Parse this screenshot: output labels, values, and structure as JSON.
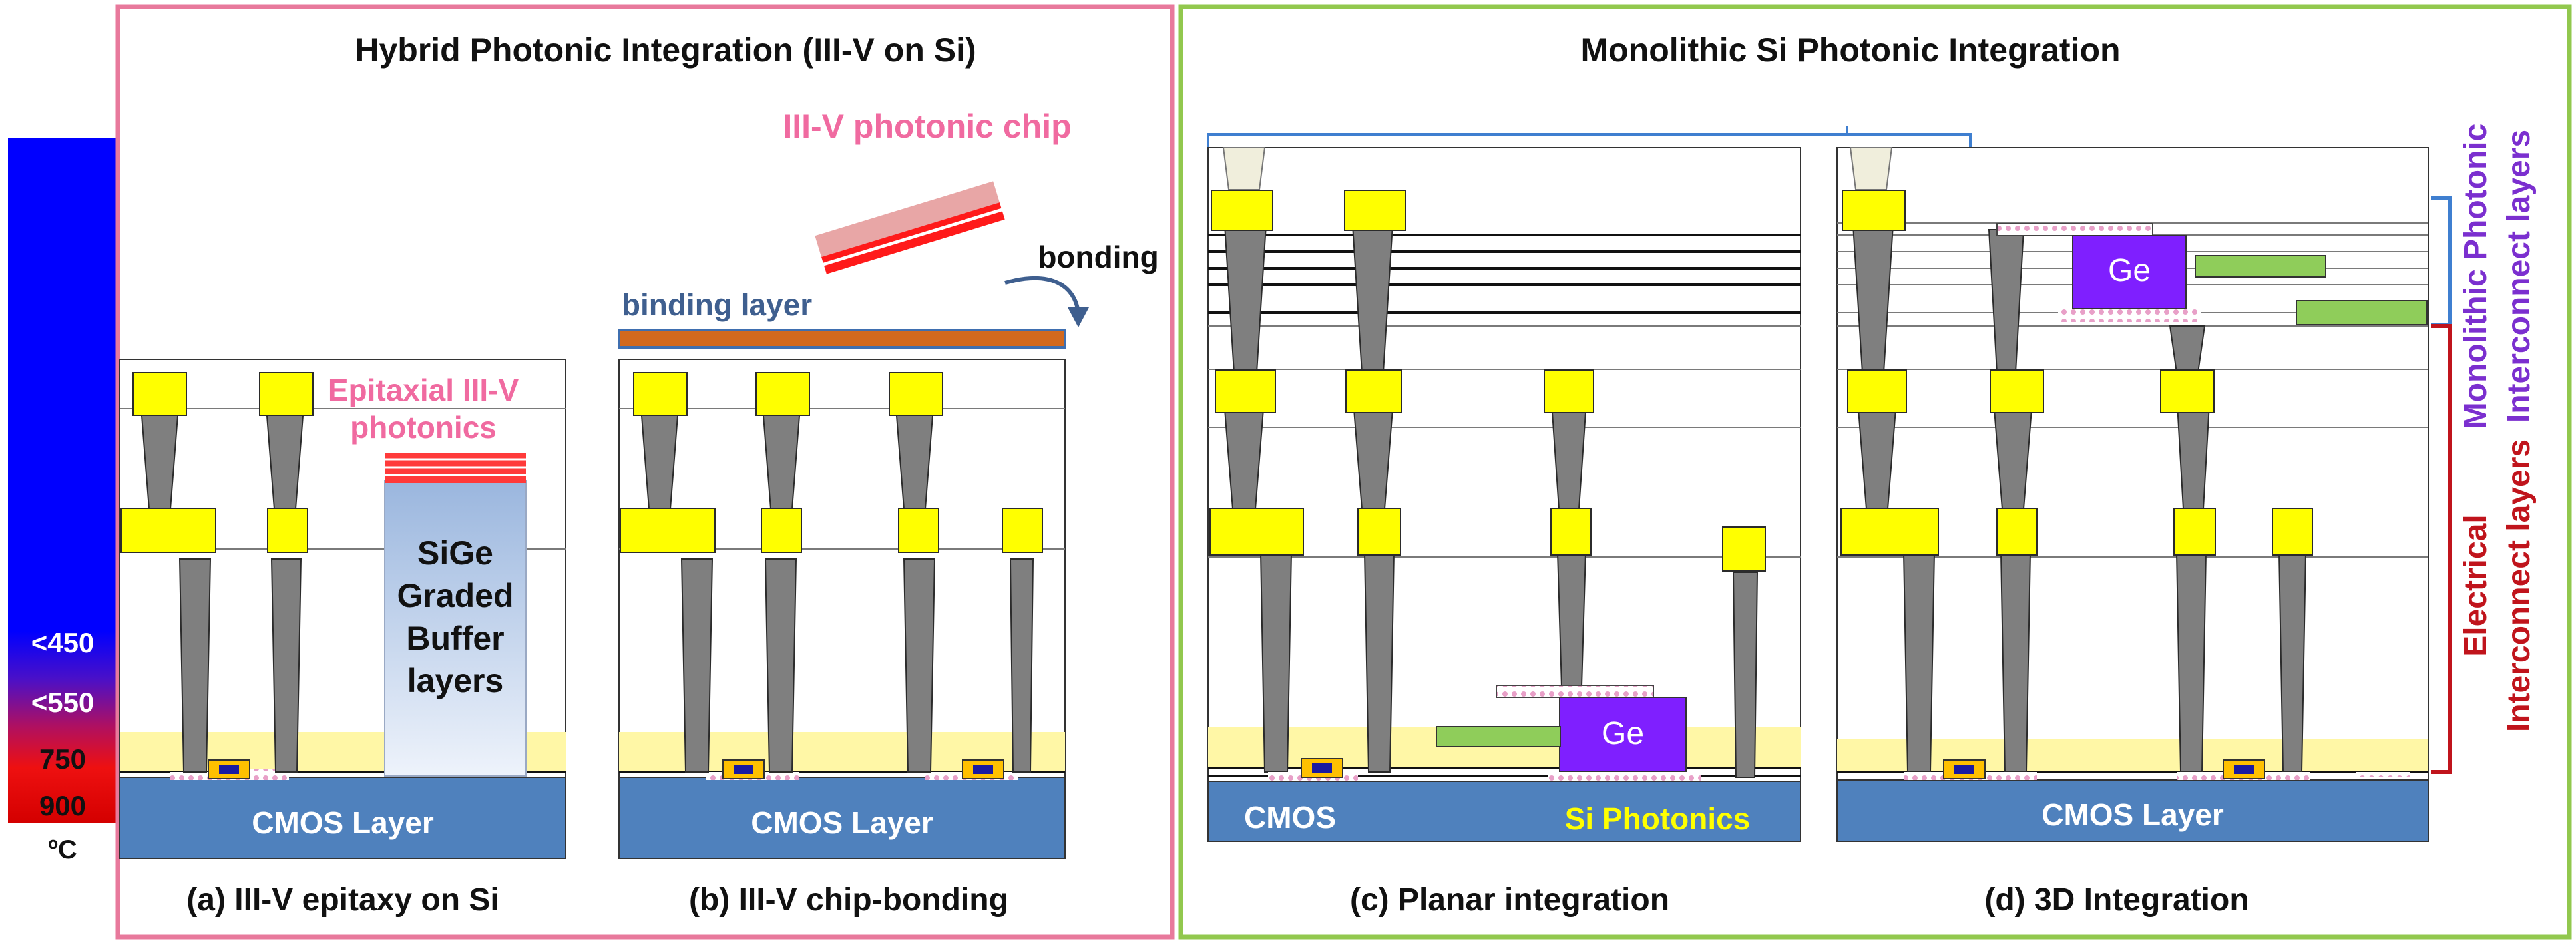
{
  "temperature_scale": {
    "labels": [
      "<450",
      "<550",
      "750",
      "900"
    ],
    "unit": "ºC"
  },
  "hybrid": {
    "title": "Hybrid Photonic Integration (III-V on Si)",
    "panel_a": {
      "caption": "(a) III-V epitaxy on Si",
      "epi_label_line1": "Epitaxial III-V",
      "epi_label_line2": "photonics",
      "buffer_lines": [
        "SiGe",
        "Graded",
        "Buffer",
        "layers"
      ],
      "cmos_label": "CMOS Layer"
    },
    "panel_b": {
      "caption": "(b) III-V chip-bonding",
      "chip_label": "III-V  photonic chip",
      "bonding_label": "bonding",
      "binding_layer_label": "binding layer",
      "cmos_label": "CMOS Layer"
    }
  },
  "monolithic": {
    "title": "Monolithic Si Photonic Integration",
    "panel_c": {
      "caption": "(c) Planar integration",
      "ge_label": "Ge",
      "cmos_label": "CMOS",
      "si_photonics_label": "Si Photonics"
    },
    "panel_d": {
      "caption": "(d) 3D Integration",
      "ge_label": "Ge",
      "cmos_label": "CMOS Layer"
    },
    "side_labels": {
      "photonic_line1": "Monolithic Photonic",
      "photonic_line2": "Interconnect layers",
      "electrical_line1": "Electrical",
      "electrical_line2": "Interconnect layers"
    }
  },
  "colors": {
    "hybrid_frame": "#e8799c",
    "monolithic_frame": "#92c84e",
    "cmos": "#4f81bd",
    "metal": "#ffff00",
    "via": "#7f7f7f",
    "ge": "#7f1fff",
    "waveguide": "#8fcd5a",
    "iii_v_red": "#ff1a1a",
    "binding_layer": "#d2691e",
    "photonic_text": "#7b2fcf",
    "electrical_text": "#c0141c",
    "bracket_blue": "#3f7fd0",
    "bracket_red": "#c0141c"
  }
}
